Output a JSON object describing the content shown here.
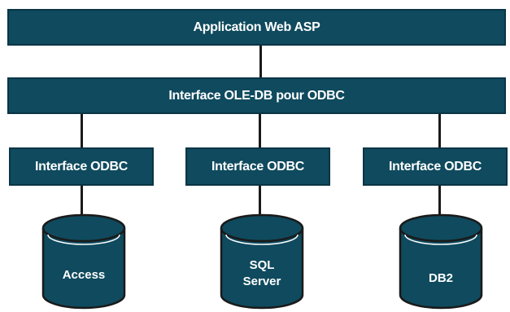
{
  "diagram": {
    "top_box": {
      "label": "Application Web ASP"
    },
    "middle_box": {
      "label": "Interface OLE-DB pour ODBC"
    },
    "odbc_boxes": [
      {
        "label": "Interface ODBC"
      },
      {
        "label": "Interface ODBC"
      },
      {
        "label": "Interface ODBC"
      }
    ],
    "databases": [
      {
        "line1": "Access",
        "line2": ""
      },
      {
        "line1": "SQL",
        "line2": "Server"
      },
      {
        "line1": "DB2",
        "line2": ""
      }
    ],
    "colors": {
      "box_fill": "#0f4a5e",
      "box_border": "#0a3545",
      "text": "#ffffff",
      "connector": "#1a1a1a"
    }
  }
}
